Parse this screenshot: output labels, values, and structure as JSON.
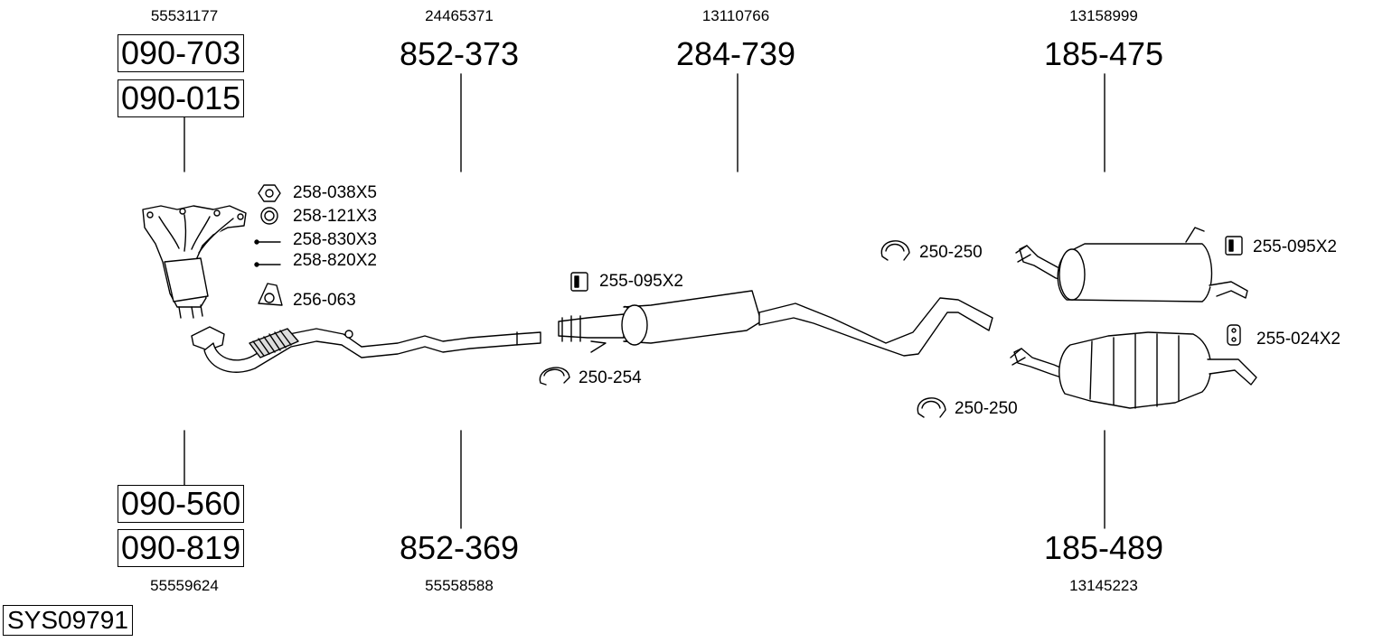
{
  "system_code": "SYS09791",
  "columns": [
    {
      "oem_top": "55531177",
      "parts_top": [
        "090-703",
        "090-015"
      ],
      "parts_bottom": [
        "090-560",
        "090-819"
      ],
      "oem_bottom": "55559624"
    },
    {
      "oem_top": "24465371",
      "part_top": "852-373",
      "part_bottom": "852-369",
      "oem_bottom": "55558588"
    },
    {
      "oem_top": "13110766",
      "part_top": "284-739"
    },
    {
      "oem_top": "13158999",
      "part_top": "185-475",
      "part_bottom": "185-489",
      "oem_bottom": "13145223"
    }
  ],
  "hardware": [
    {
      "label": "258-038X5",
      "icon": "nut-icon"
    },
    {
      "label": "258-121X3",
      "icon": "ring-icon"
    },
    {
      "label": "258-830X3",
      "icon": "bolt-icon"
    },
    {
      "label": "258-820X2",
      "icon": "bolt-icon"
    },
    {
      "label": "256-063",
      "icon": "gasket-icon"
    },
    {
      "label": "255-095X2",
      "icon": "rubber-mount-icon"
    },
    {
      "label": "250-254",
      "icon": "clamp-icon"
    },
    {
      "label": "250-250",
      "icon": "clamp-icon"
    },
    {
      "label": "255-095X2",
      "icon": "rubber-mount-icon"
    },
    {
      "label": "255-024X2",
      "icon": "rubber-hanger-icon"
    },
    {
      "label": "250-250",
      "icon": "clamp-icon"
    }
  ]
}
